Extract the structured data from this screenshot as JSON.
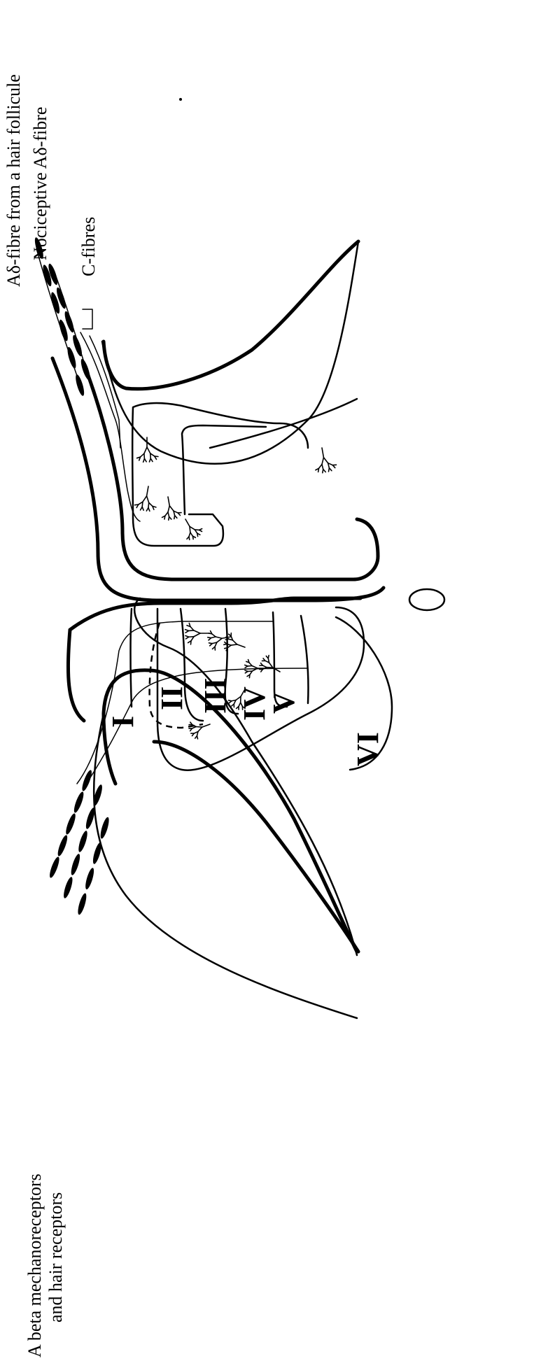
{
  "labels": {
    "abeta_line1": "A beta mechanoreceptors",
    "abeta_line2": "and hair receptors",
    "adelta_hair": "Aδ-fibre from a hair follicule",
    "adelta_noci": "Nociceptive Aδ-fibre",
    "c_fibres": "C-fibres"
  },
  "laminae": [
    "I",
    "II",
    "III",
    "IV",
    "V",
    "VI"
  ],
  "central_canal": "O"
}
